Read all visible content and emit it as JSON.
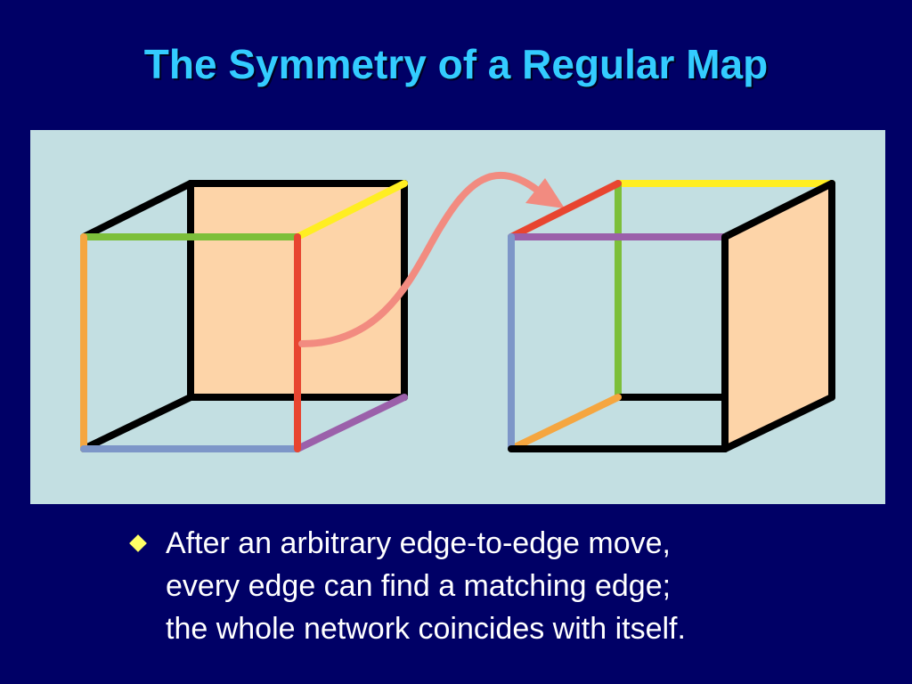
{
  "slide": {
    "title": "The Symmetry of a Regular Map"
  },
  "bullet": {
    "icon": "diamond-bullet-icon",
    "lines": [
      "After an arbitrary edge-to-edge move,",
      "every edge can find a matching edge;",
      "the whole network coincides with itself."
    ]
  },
  "colors": {
    "background": "#000066",
    "title": "#33ccff",
    "panel": "#c3dfe2",
    "face_fill": "#fdd4a8",
    "arrow": "#f28b80",
    "bullet": "#ffff66",
    "edge_black": "#000000",
    "edge_green": "#7cbf3a",
    "edge_yellow": "#ffee22",
    "edge_red": "#e84530",
    "edge_orange": "#f5a640",
    "edge_blue": "#7d96c8",
    "edge_purple": "#9b60aa"
  }
}
